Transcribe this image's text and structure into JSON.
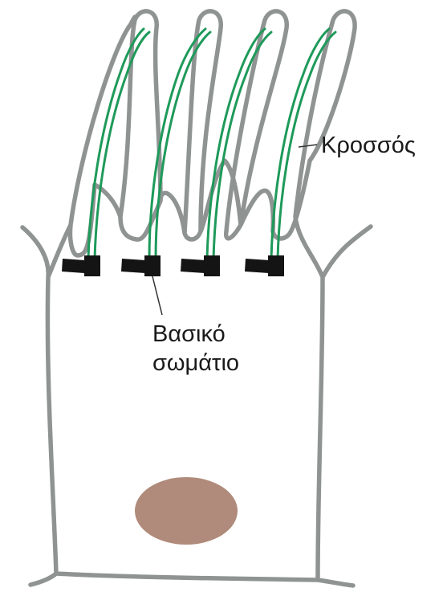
{
  "labels": {
    "cilium": "Κροσσός",
    "basal_body_line1": "Βασικό",
    "basal_body_line2": "σωμάτιο"
  },
  "colors": {
    "membrane": "#8f9493",
    "axoneme": "#1e9a5a",
    "basal_body": "#141414",
    "nucleus": "#b08a7a",
    "leader_line": "#333333",
    "background": "#ffffff"
  }
}
